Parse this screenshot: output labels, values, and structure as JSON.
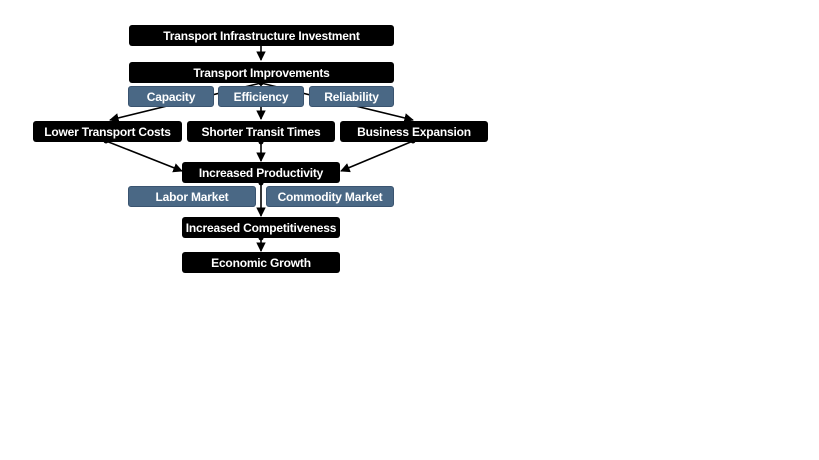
{
  "diagram": {
    "nodes": {
      "investment": "Transport Infrastructure Investment",
      "improvements": "Transport Improvements",
      "capacity": "Capacity",
      "efficiency": "Efficiency",
      "reliability": "Reliability",
      "lower_costs": "Lower Transport Costs",
      "shorter_times": "Shorter Transit Times",
      "business_expansion": "Business Expansion",
      "productivity": "Increased Productivity",
      "labor_market": "Labor Market",
      "commodity_market": "Commodity Market",
      "competitiveness": "Increased Competitiveness",
      "growth": "Economic Growth"
    },
    "colors": {
      "primary_box": "#000000",
      "secondary_box": "#4a6885",
      "text": "#ffffff",
      "arrow": "#000000"
    }
  }
}
